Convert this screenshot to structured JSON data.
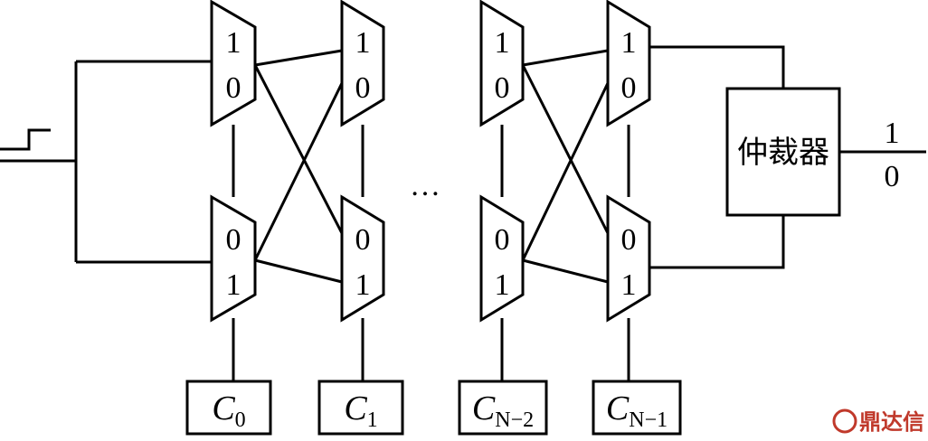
{
  "muxes": [
    {
      "id": "mux-s0-top",
      "labels": [
        "1",
        "0"
      ]
    },
    {
      "id": "mux-s0-bottom",
      "labels": [
        "0",
        "1"
      ]
    },
    {
      "id": "mux-s1-top",
      "labels": [
        "1",
        "0"
      ]
    },
    {
      "id": "mux-s1-bottom",
      "labels": [
        "0",
        "1"
      ]
    },
    {
      "id": "mux-sn2-top",
      "labels": [
        "1",
        "0"
      ]
    },
    {
      "id": "mux-sn2-bottom",
      "labels": [
        "0",
        "1"
      ]
    },
    {
      "id": "mux-sn1-top",
      "labels": [
        "1",
        "0"
      ]
    },
    {
      "id": "mux-sn1-bottom",
      "labels": [
        "0",
        "1"
      ]
    }
  ],
  "controls": [
    {
      "name": "C",
      "sub": "0"
    },
    {
      "name": "C",
      "sub": "1"
    },
    {
      "name": "C",
      "sub": "N−2"
    },
    {
      "name": "C",
      "sub": "N−1"
    }
  ],
  "ellipsis": "…",
  "arbiter": {
    "label": "仲裁器"
  },
  "output": {
    "top": "1",
    "bottom": "0"
  },
  "watermark": {
    "text": "鼎达信"
  }
}
